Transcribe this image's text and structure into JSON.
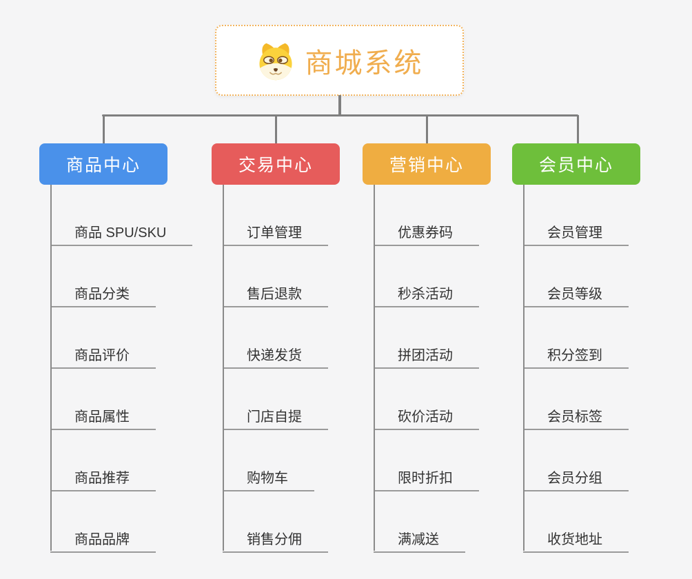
{
  "page": {
    "background": "#f5f5f6"
  },
  "root": {
    "title": "商城系统",
    "icon": "doge-icon",
    "title_color": "#f0ad4e",
    "border_color": "#f2b45e"
  },
  "connector_color": "#7f7f7f",
  "leaf_line_color": "#9a9a9a",
  "leaf_text_color": "#333333",
  "branches": [
    {
      "label": "商品中心",
      "color": "#4a91ea",
      "items": [
        "商品 SPU/SKU",
        "商品分类",
        "商品评价",
        "商品属性",
        "商品推荐",
        "商品品牌"
      ]
    },
    {
      "label": "交易中心",
      "color": "#e65c5b",
      "items": [
        "订单管理",
        "售后退款",
        "快递发货",
        "门店自提",
        "购物车",
        "销售分佣"
      ]
    },
    {
      "label": "营销中心",
      "color": "#efad41",
      "items": [
        "优惠券码",
        "秒杀活动",
        "拼团活动",
        "砍价活动",
        "限时折扣",
        "满减送"
      ]
    },
    {
      "label": "会员中心",
      "color": "#6ebf3b",
      "items": [
        "会员管理",
        "会员等级",
        "积分签到",
        "会员标签",
        "会员分组",
        "收货地址"
      ]
    }
  ]
}
